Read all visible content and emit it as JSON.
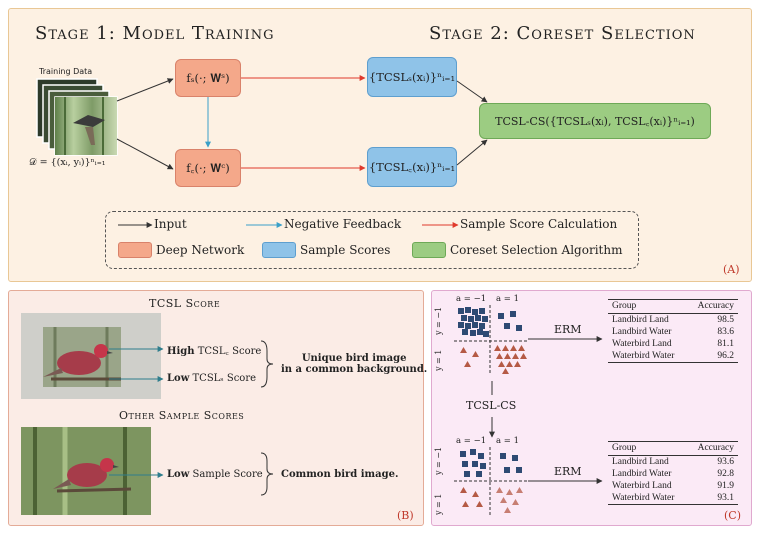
{
  "panel_a": {
    "stage1_title": "Stage 1: Model Training",
    "stage2_title": "Stage 2: Coreset Selection",
    "training_data_label": "Training Data",
    "dataset_formula": "𝒟 = {(xᵢ, yᵢ)}ⁿᵢ₌₁",
    "net_s": "fₛ(·; 𝐖ˢ)",
    "net_c": "f꜀(·; 𝐖ᶜ)",
    "score_s": "{TCSLₛ(xᵢ)}ⁿᵢ₌₁",
    "score_c": "{TCSL꜀(xᵢ)}ⁿᵢ₌₁",
    "algo": "TCSL-CS({TCSLₛ(xᵢ), TCSL꜀(xᵢ)}ⁿᵢ₌₁)",
    "legend": {
      "input": "Input",
      "negative_feedback": "Negative Feedback",
      "sample_score_calc": "Sample Score Calculation",
      "deep_network": "Deep Network",
      "sample_scores": "Sample Scores",
      "coreset_algo": "Coreset Selection Algorithm"
    },
    "label": "(A)",
    "colors": {
      "network": "#f4a88a",
      "scores": "#8fc3e8",
      "algorithm": "#9ccc82",
      "input_arrow": "#333333",
      "feedback_arrow": "#3aa0c8",
      "score_arrow": "#e0392b"
    }
  },
  "panel_b": {
    "tcsl_title": "TCSL Score",
    "high_prefix": "High",
    "high_rest": " TCSL꜀ Score",
    "low_prefix": "Low",
    "low_rest": " TCSLₛ Score",
    "unique_line1": "Unique bird image",
    "unique_line2": "in a common background.",
    "other_title": "Other Sample Scores",
    "low2_prefix": "Low",
    "low2_rest": " Sample Score",
    "common_text": "Common bird image.",
    "label": "(B)"
  },
  "panel_c": {
    "a_neg": "a = −1",
    "a_pos": "a = 1",
    "y_neg": "y = −1",
    "y_pos": "y = 1",
    "erm": "ERM",
    "tcsl_cs": "TCSL-CS",
    "label": "(C)",
    "table_headers": [
      "Group",
      "Accuracy"
    ],
    "table_top": [
      [
        "Landbird Land",
        "98.5"
      ],
      [
        "Landbird Water",
        "83.6"
      ],
      [
        "Waterbird Land",
        "81.1"
      ],
      [
        "Waterbird Water",
        "96.2"
      ]
    ],
    "table_bottom": [
      [
        "Landbird Land",
        "93.6"
      ],
      [
        "Landbird Water",
        "92.8"
      ],
      [
        "Waterbird Land",
        "91.9"
      ],
      [
        "Waterbird Water",
        "93.1"
      ]
    ]
  }
}
